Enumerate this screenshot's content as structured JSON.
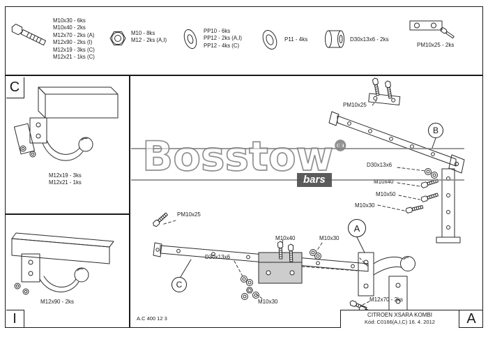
{
  "watermark": {
    "brand": "Bosstow",
    "reg": "®",
    "sub": "bars"
  },
  "legend": {
    "bolts": [
      "M10x30 - 6ks",
      "M10x40 - 2ks",
      "M12x70 - 2ks (A)",
      "M12x90 - 2ks (I)",
      "M12x19 - 3ks (C)",
      "M12x21 - 1ks (C)"
    ],
    "nuts": [
      "M10 - 8ks",
      "M12 - 2ks (A,I)"
    ],
    "washers": [
      "PP10 - 6ks",
      "PP12 - 2ks (A,I)",
      "PP12 - 4ks (C)"
    ],
    "p11": "P11 - 4ks",
    "bushing": "D30x13x6 - 2ks",
    "plate": "PM10x25 - 2ks"
  },
  "views": {
    "c": {
      "corner": "C",
      "labels": [
        "M12x19 - 3ks",
        "M12x21 - 1ks"
      ]
    },
    "i": {
      "corner": "I",
      "label": "M12x90 - 2ks"
    }
  },
  "diagram": {
    "callout_a": "A",
    "callout_b": "B",
    "callout_c": "C",
    "pm10_top": "PM10x25",
    "d30_right": "D30x13x6",
    "m10x40_right": "M10x40",
    "m10x50_right": "M10x50",
    "m10x30_right": "M10x30",
    "m10x40_mid": "M10x40",
    "m10x30_mid": "M10x30",
    "pm10_left": "PM10x25",
    "d30_left": "D30x13x6",
    "m10x30_bottom": "M10x30",
    "m12x70": "M12x70 - 2ks"
  },
  "titleblock": {
    "doc_number": "A.C 400 12 3",
    "vehicle": "CITROEN XSARA KOMBI",
    "code": "Kód: C0166(A,I,C)  16. 4. 2012",
    "corner": "A"
  }
}
